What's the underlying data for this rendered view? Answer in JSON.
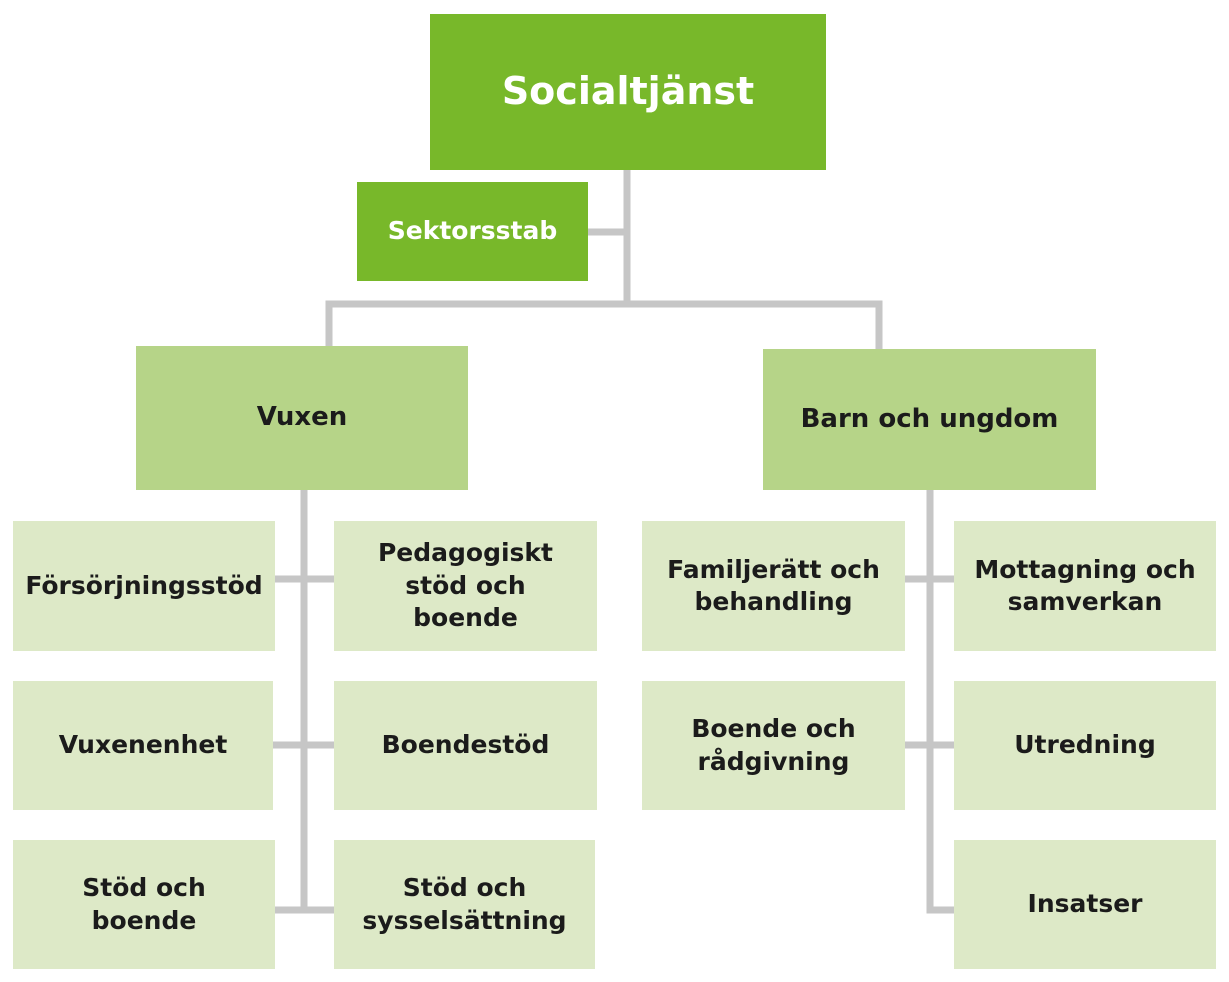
{
  "org": {
    "root": "Socialtjänst",
    "staff": "Sektorsstab",
    "divisions": {
      "adult": {
        "title": "Vuxen",
        "units": [
          "Försörjningsstöd",
          "Pedagogiskt stöd och boende",
          "Vuxenenhet",
          "Boendestöd",
          "Stöd och boende",
          "Stöd och sysselsättning"
        ]
      },
      "youth": {
        "title": "Barn och ungdom",
        "units": [
          "Familjerätt och behandling",
          "Mottagning och samverkan",
          "Boende och rådgivning",
          "Utredning",
          "Insatser"
        ]
      }
    }
  },
  "colors": {
    "dark_green": "#78b82a",
    "mid_green": "#b6d488",
    "light_green": "#dde9c7",
    "connector_gray": "#c6c6c6"
  }
}
